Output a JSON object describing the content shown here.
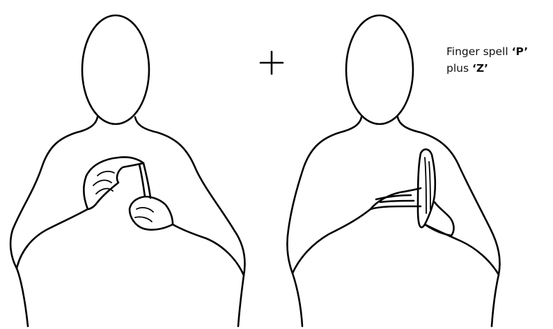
{
  "caption": {
    "line1_prefix": "Finger spell ",
    "line1_letter": "‘P’",
    "line2_prefix": "plus ",
    "line2_letter": "‘Z’"
  },
  "operator": "+",
  "colors": {
    "ink": "#000000",
    "background": "#ffffff"
  }
}
